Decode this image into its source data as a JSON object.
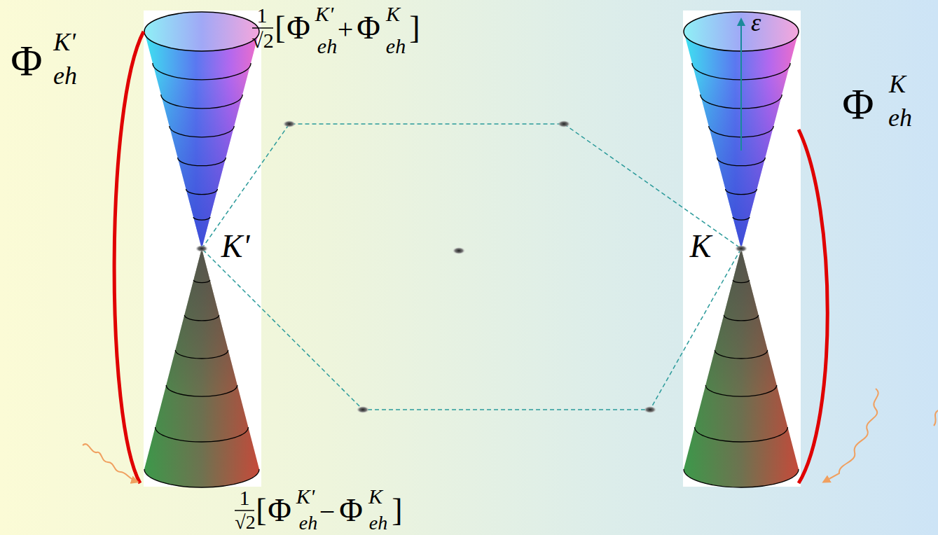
{
  "diagram": {
    "labels": [
      "1",
      "√2",
      "[",
      "Φ",
      "K'",
      "eh",
      "+",
      "Φ",
      "K",
      "eh",
      "]",
      "ε",
      "Φ",
      "K'",
      "eh",
      "Φ",
      "K",
      "eh",
      "K'",
      "K",
      "1",
      "√2",
      "[",
      "Φ",
      "K'",
      "eh",
      "−",
      "Φ",
      "K",
      "eh",
      "]"
    ]
  }
}
